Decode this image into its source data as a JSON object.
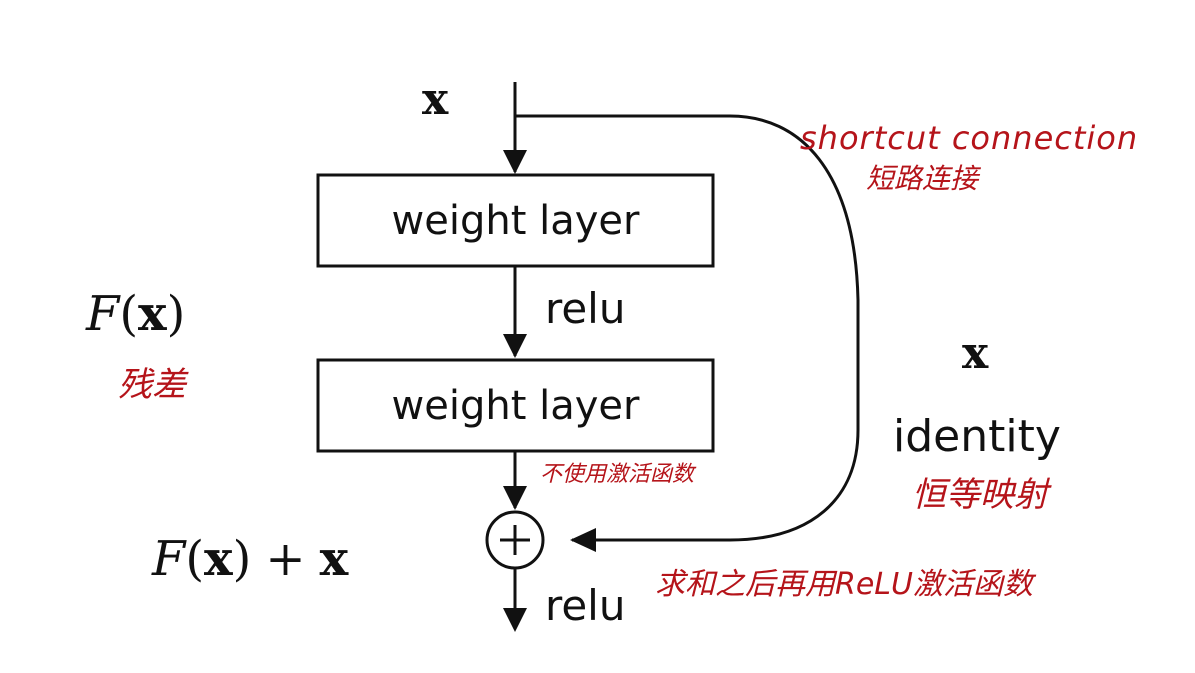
{
  "diagram": {
    "input_label": "x",
    "layer1": "weight layer",
    "relu_mid": "relu",
    "layer2": "weight layer",
    "relu_out": "relu",
    "plus_symbol": "+",
    "residual": {
      "func": "F",
      "arg_open": "(",
      "arg": "x",
      "arg_close": ")"
    },
    "sum": {
      "func": "F",
      "arg_open": "(",
      "arg": "x",
      "arg_close": ")",
      "plus": "+",
      "term": "x"
    },
    "identity_x": "x",
    "identity_label": "identity"
  },
  "annotations": {
    "shortcut_en": "shortcut connection",
    "shortcut_cn": "短路连接",
    "residual_cn": "残差",
    "no_activation_cn": "不使用激活函数",
    "identity_cn": "恒等映射",
    "sum_then_relu_cn": "求和之后再用ReLU激活函数"
  },
  "colors": {
    "ink": "#111111",
    "annotation": "#b5141a",
    "background": "#ffffff"
  }
}
